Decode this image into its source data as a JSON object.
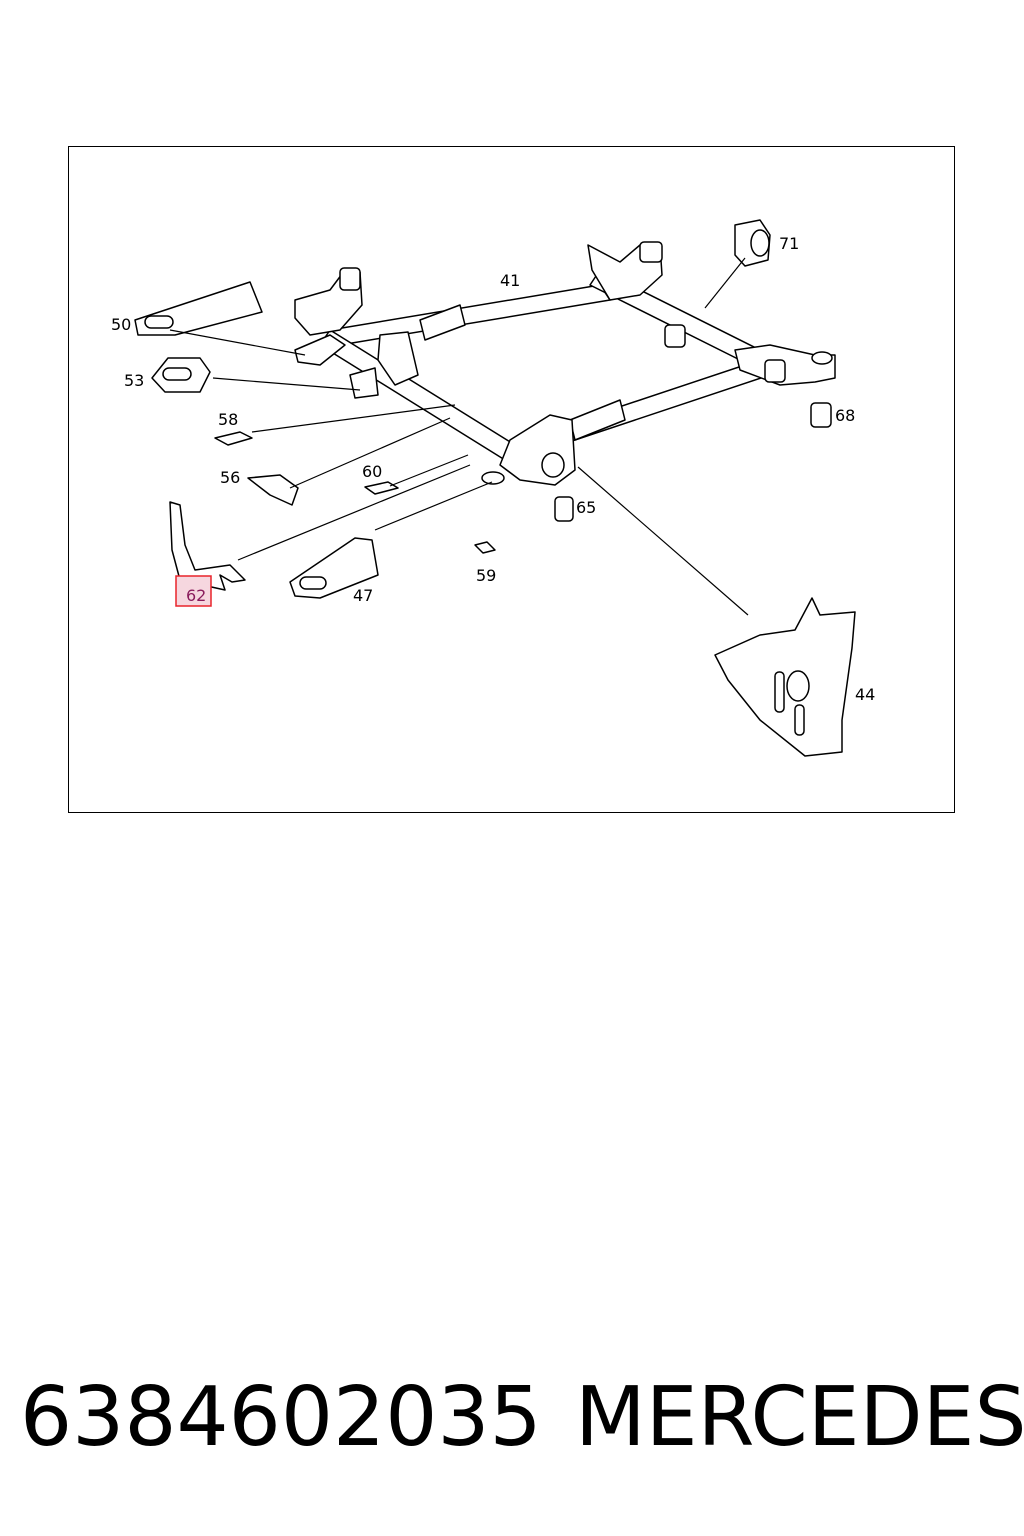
{
  "diagram": {
    "callouts": [
      {
        "label": "41"
      },
      {
        "label": "71"
      },
      {
        "label": "50"
      },
      {
        "label": "53"
      },
      {
        "label": "58"
      },
      {
        "label": "68"
      },
      {
        "label": "56"
      },
      {
        "label": "60"
      },
      {
        "label": "65"
      },
      {
        "label": "59"
      },
      {
        "label": "47"
      },
      {
        "label": "62"
      },
      {
        "label": "44"
      }
    ],
    "highlight_color": "#e8232a",
    "highlight_fill": "#f6d7df"
  },
  "footer": {
    "part_number": "6384602035",
    "brand": "MERCEDES"
  }
}
